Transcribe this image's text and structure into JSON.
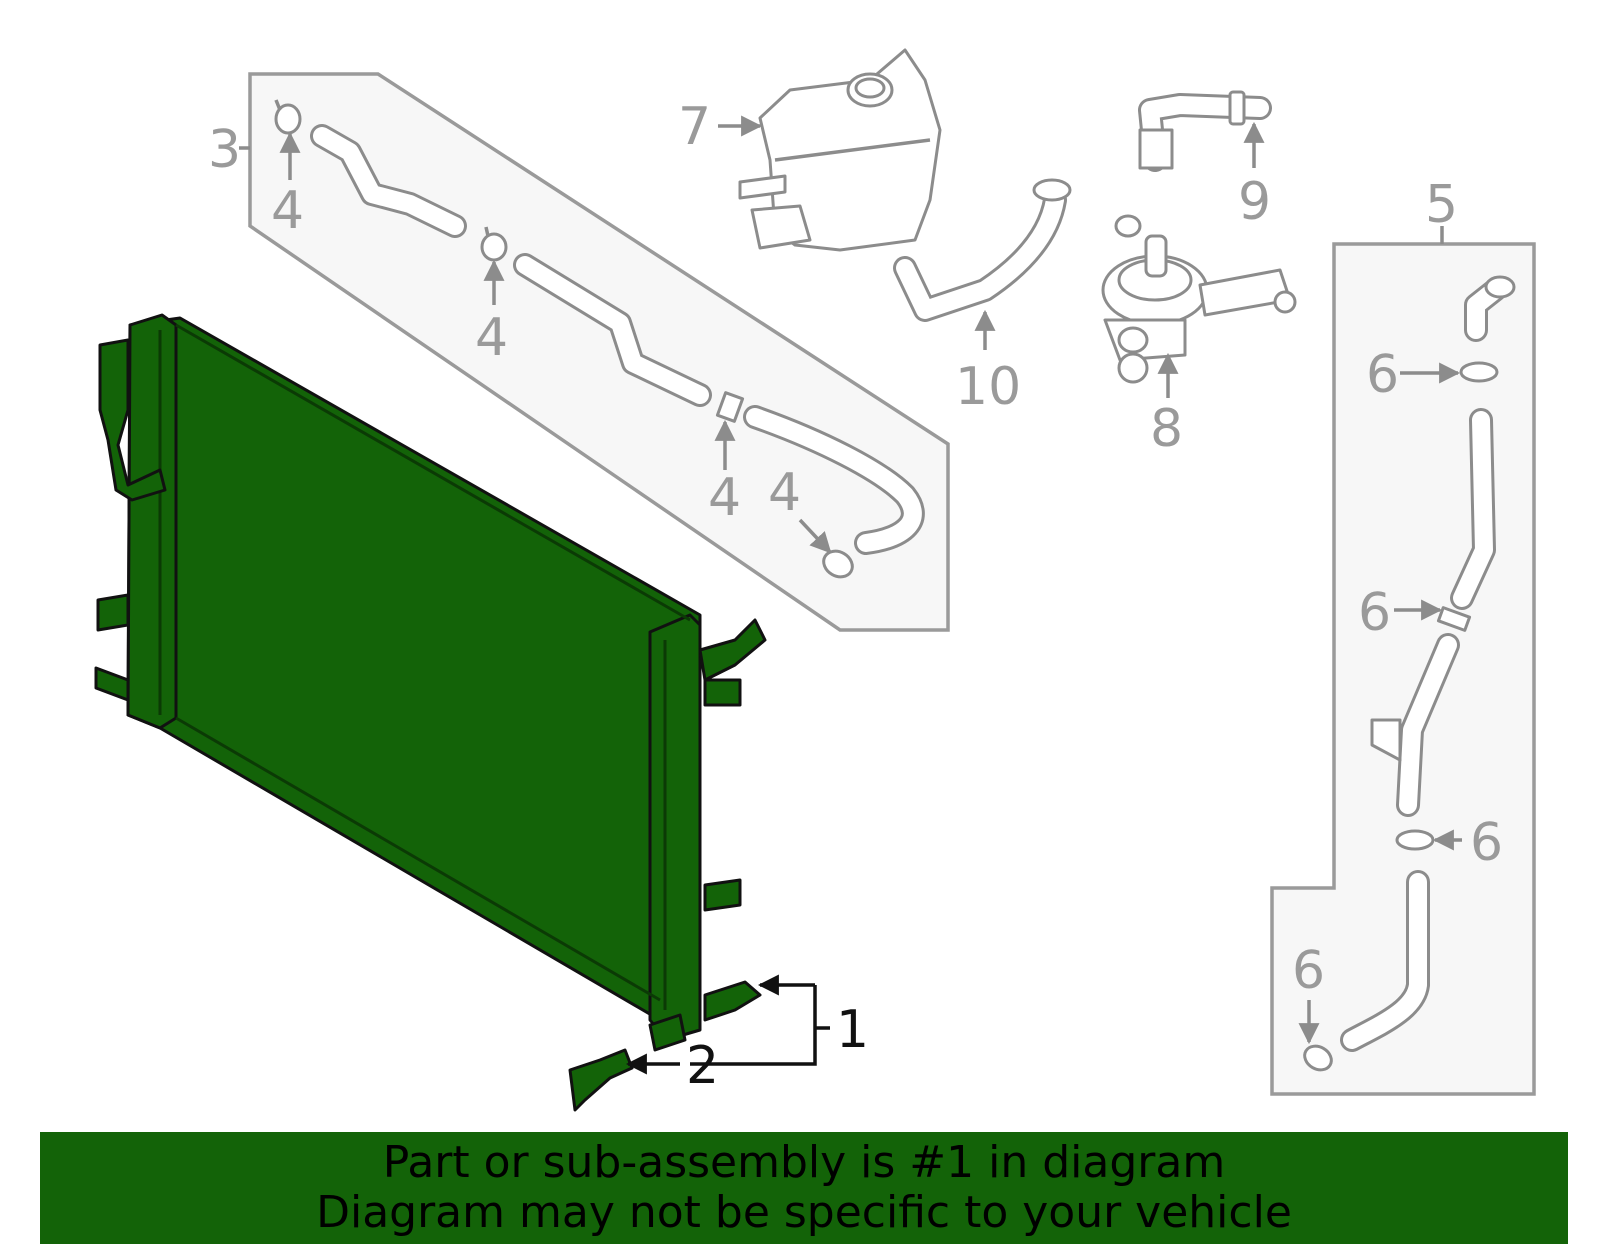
{
  "diagram": {
    "callouts": {
      "c1": "1",
      "c2": "2",
      "c3": "3",
      "c4a": "4",
      "c4b": "4",
      "c4c": "4",
      "c4d": "4",
      "c5": "5",
      "c6a": "6",
      "c6b": "6",
      "c6c": "6",
      "c6d": "6",
      "c7": "7",
      "c8": "8",
      "c9": "9",
      "c10": "10"
    },
    "highlight_color": "#136308",
    "line_color": "#8c8c8c"
  },
  "banner": {
    "line1": "Part or sub-assembly is #1 in diagram",
    "line2": "Diagram may not be specific to your vehicle"
  }
}
